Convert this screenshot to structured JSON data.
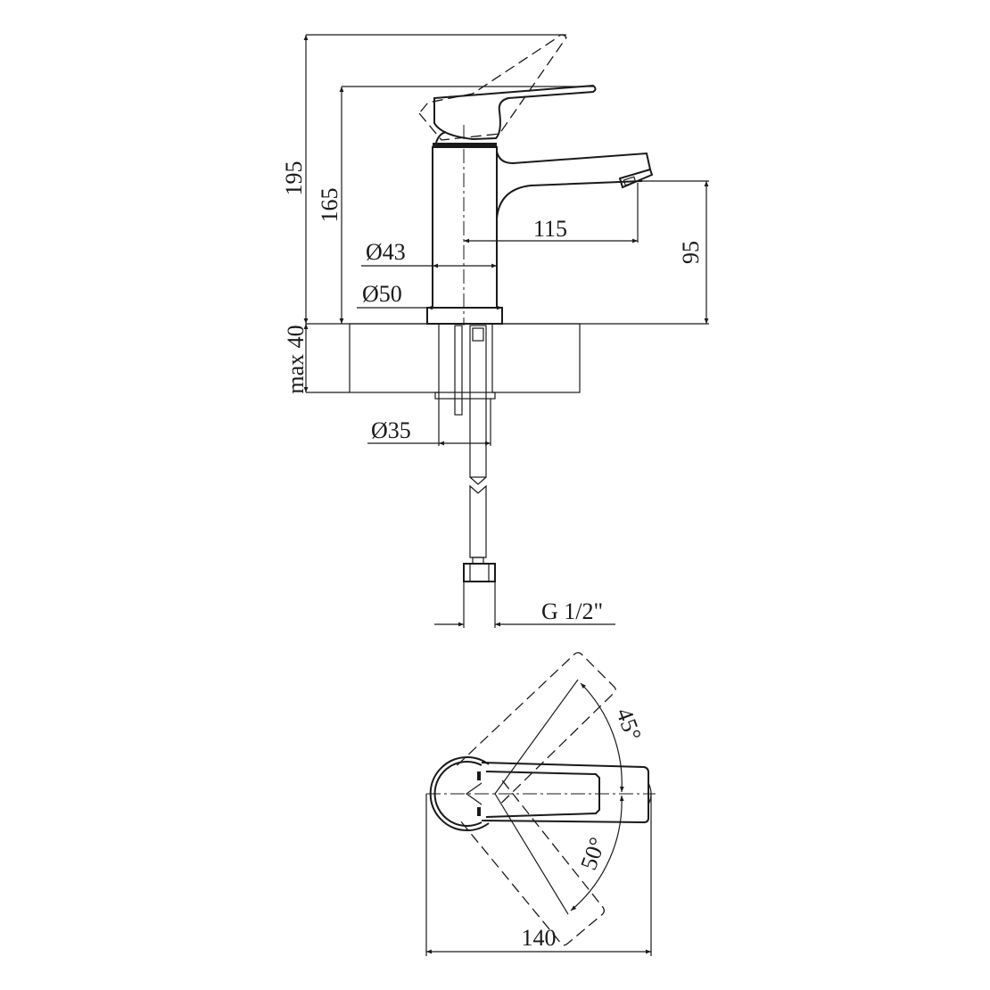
{
  "drawing": {
    "side_view": {
      "total_height_raised": "195",
      "height": "165",
      "spout_reach": "115",
      "spout_height": "95",
      "body_diameter": "Ø43",
      "base_diameter": "Ø50",
      "max_counter_thickness": "max 40",
      "hole_diameter": "Ø35",
      "connection_thread": "G 1/2\""
    },
    "top_view": {
      "lever_angle_up": "45°",
      "lever_angle_down": "50°",
      "overall_length": "140"
    },
    "line_color": "#1a1a1a"
  }
}
